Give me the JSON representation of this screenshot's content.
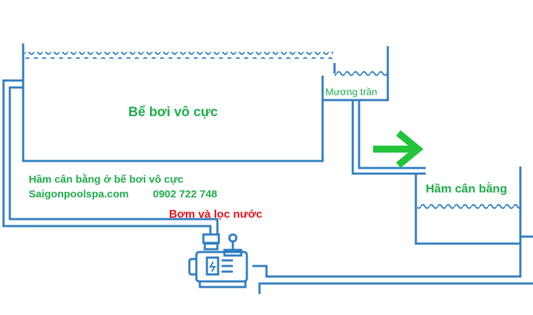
{
  "labels": {
    "pool": "Bể bơi vô cực",
    "overflow_channel": "Mương trần",
    "balance_tank": "Hầm cân bằng",
    "caption_line1": "Hầm cân bằng ở bể bơi vô cực",
    "caption_line2_site": "Saigonpoolspa.com",
    "caption_line2_phone": "0902 722 748",
    "pump": "Bơm và lọc nước"
  },
  "colors": {
    "pipe": "#2f7cc0",
    "label_green": "#1fae4b",
    "label_red": "#e8141b",
    "arrow": "#22c43a"
  }
}
